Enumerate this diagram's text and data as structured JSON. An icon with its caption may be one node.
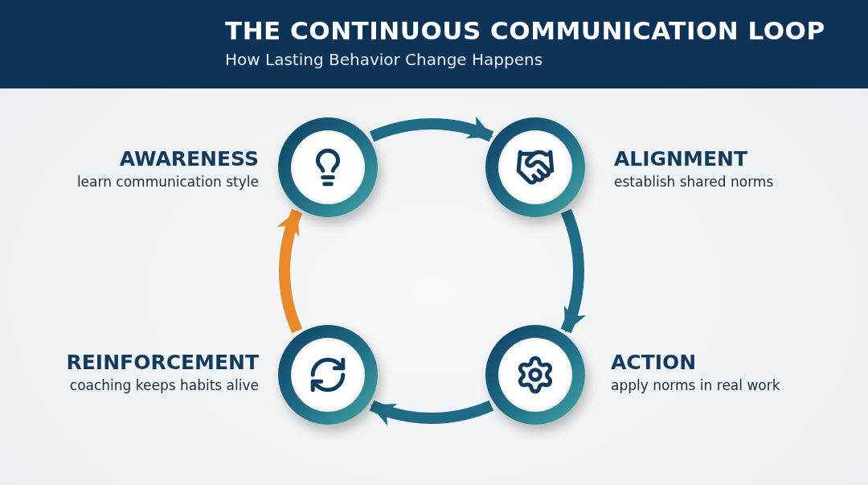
{
  "diagram": {
    "title": "THE CONTINUOUS COMMUNICATION LOOP",
    "nodes": [
      {
        "text": [],
        "shape": "circle",
        "beside": [
          "AWARENESS",
          "learn communication style"
        ]
      },
      {
        "text": [],
        "shape": "circle",
        "beside": [
          "ALIGNMENT",
          "establish shared norms"
        ]
      },
      {
        "text": [],
        "shape": "circle",
        "beside": [
          "REINFORCEMENT",
          "coaching keeps habits alive"
        ]
      },
      {
        "text": [],
        "shape": "circle",
        "beside": [
          "ACTION",
          "apply norms in real work"
        ]
      }
    ],
    "edges": [
      {
        "from": 0,
        "to": 1,
        "arrow": "to"
      },
      {
        "from": 1,
        "to": 3,
        "arrow": "to"
      },
      {
        "from": 3,
        "to": 2,
        "arrow": "to"
      },
      {
        "from": 2,
        "to": 0,
        "arrow": "to",
        "color": "#e8892b"
      }
    ],
    "labels": [
      "How Lasting Behavior Change Happens"
    ]
  }
}
